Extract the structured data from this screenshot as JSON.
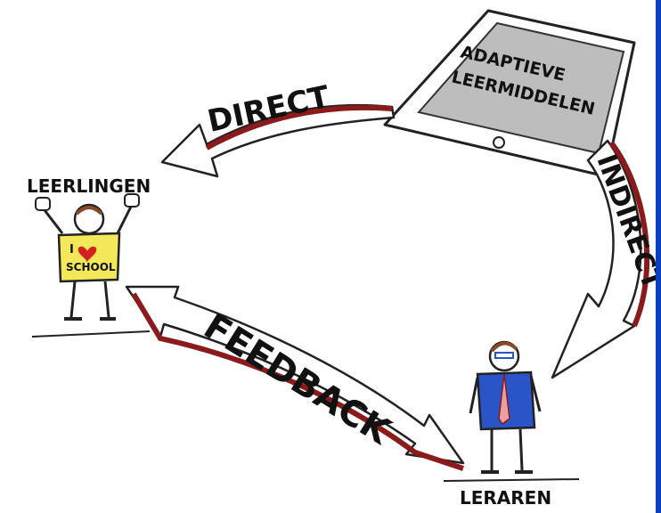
{
  "tablet": {
    "line1": "ADAPTIEVE",
    "line2": "LEERMIDDELEN"
  },
  "arrows": {
    "direct": "DIRECT",
    "indirect": "INDIRECT",
    "feedback": "FEEDBACK"
  },
  "students": {
    "label": "LEERLINGEN",
    "shirt_line1": "I",
    "shirt_line2": "SCHOOL"
  },
  "teachers": {
    "label": "LERAREN"
  },
  "colors": {
    "arrow_red": "#8b1a1a",
    "tablet_screen": "#bdbdbd",
    "shirt_yellow": "#f2e85a",
    "vest_blue": "#2a55c8",
    "heart_red": "#d42020",
    "border_blue": "#0a3fbf"
  }
}
